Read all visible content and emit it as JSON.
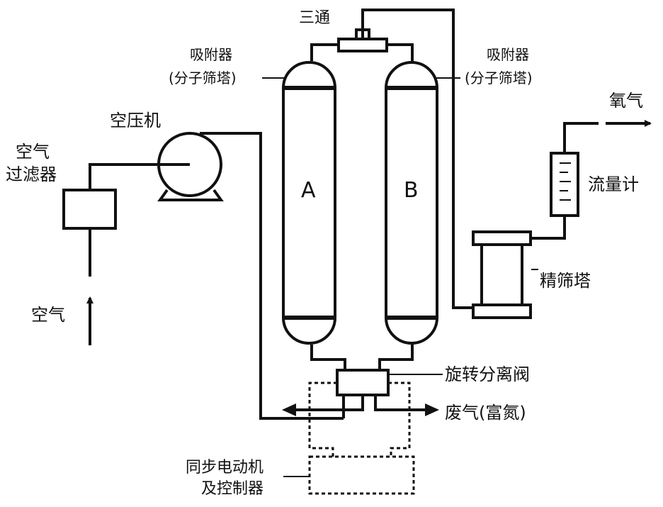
{
  "labels": {
    "tee": "三通",
    "adsorber_left_1": "吸附器",
    "adsorber_left_2": "(分子筛塔)",
    "adsorber_right_1": "吸附器",
    "adsorber_right_2": "(分子筛塔)",
    "oxygen": "氧气",
    "compressor": "空压机",
    "air_filter_1": "空气",
    "air_filter_2": "过滤器",
    "tower_a": "A",
    "tower_b": "B",
    "flowmeter": "流量计",
    "fine_sieve": "精筛塔",
    "air_in": "空气",
    "rotary_valve": "旋转分离阀",
    "exhaust": "废气(富氮)",
    "motor_1": "同步电动机",
    "motor_2": "及控制器"
  },
  "colors": {
    "line": "#111111",
    "background": "#ffffff"
  }
}
